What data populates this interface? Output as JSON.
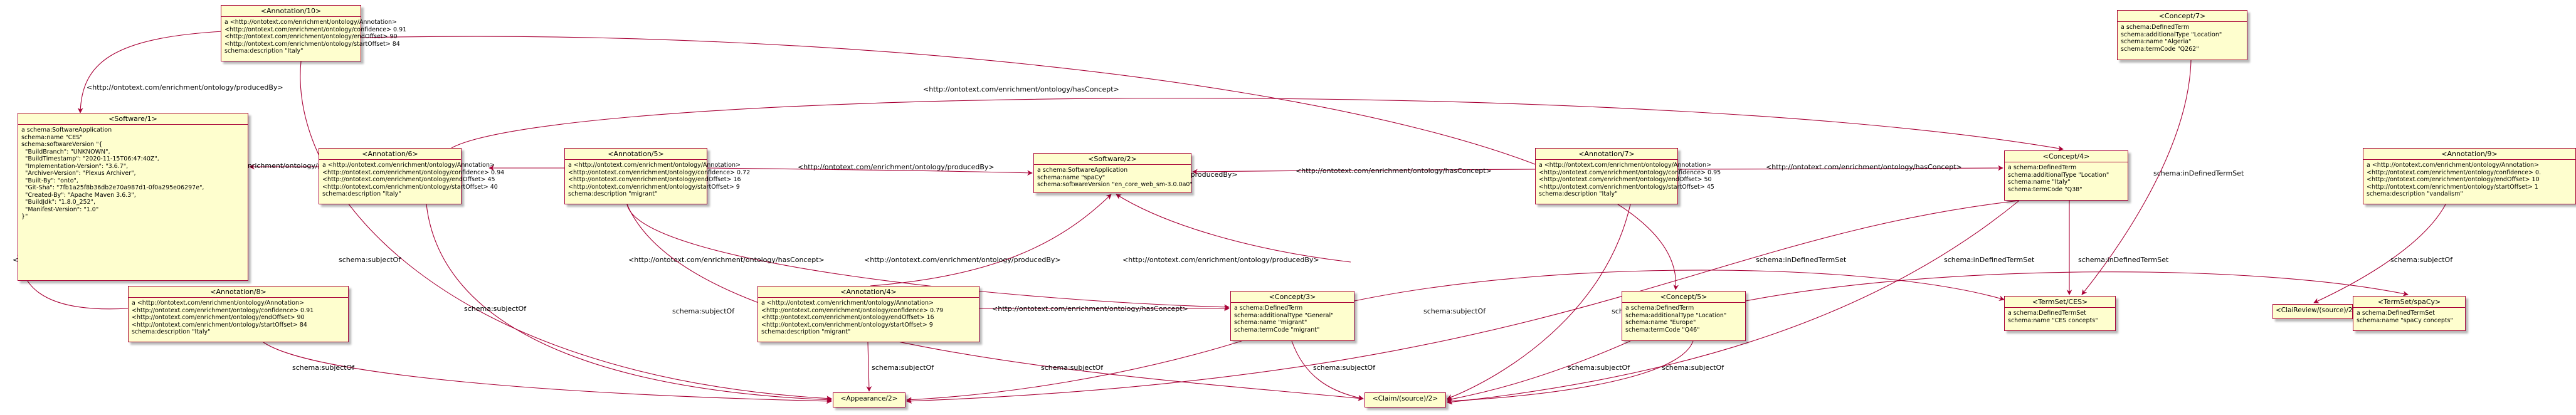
{
  "diagram": {
    "nodes": [
      {
        "id": "annotation10",
        "title": "<Annotation/10>",
        "lines": [
          "a <http://ontotext.com/enrichment/ontology/Annotation>",
          "<http://ontotext.com/enrichment/ontology/confidence> 0.91",
          "<http://ontotext.com/enrichment/ontology/endOffset> 90",
          "<http://ontotext.com/enrichment/ontology/startOffset> 84",
          "schema:description \"Italy\""
        ]
      },
      {
        "id": "software1",
        "title": "<Software/1>",
        "lines": [
          "a schema:SoftwareApplication",
          "schema:name \"CES\"",
          "schema:softwareVersion \"{",
          "  \"BuildBranch\": \"UNKNOWN\",",
          "  \"BuildTimestamp\": \"2020-11-15T06:47:40Z\",",
          "  \"Implementation-Version\": \"3.6.7\",",
          "  \"Archiver-Version\": \"Plexus Archiver\",",
          "  \"Built-By\": \"onto\",",
          "  \"Git-Sha\": \"7fb1a25f8b36db2e70a987d1-0f0a295e06297e\",",
          "  \"Created-By\": \"Apache Maven 3.6.3\",",
          "  \"BuildJdk\": \"1.8.0_252\",",
          "  \"Manifest-Version\": \"1.0\"",
          "}\""
        ]
      },
      {
        "id": "annotation6",
        "title": "<Annotation/6>",
        "lines": [
          "a <http://ontotext.com/enrichment/ontology/Annotation>",
          "<http://ontotext.com/enrichment/ontology/confidence> 0.94",
          "<http://ontotext.com/enrichment/ontology/endOffset> 45",
          "<http://ontotext.com/enrichment/ontology/startOffset> 40",
          "schema:description \"Italy\""
        ]
      },
      {
        "id": "annotation5",
        "title": "<Annotation/5>",
        "lines": [
          "a <http://ontotext.com/enrichment/ontology/Annotation>",
          "<http://ontotext.com/enrichment/ontology/confidence> 0.72",
          "<http://ontotext.com/enrichment/ontology/endOffset> 16",
          "<http://ontotext.com/enrichment/ontology/startOffset> 9",
          "schema:description \"migrant\""
        ]
      },
      {
        "id": "software2",
        "title": "<Software/2>",
        "lines": [
          "a schema:SoftwareApplication",
          "schema:name \"spaCy\"",
          "schema:softwareVersion \"en_core_web_sm-3.0.0a0\""
        ]
      },
      {
        "id": "annotation7",
        "title": "<Annotation/7>",
        "lines": [
          "a <http://ontotext.com/enrichment/ontology/Annotation>",
          "<http://ontotext.com/enrichment/ontology/confidence> 0.95",
          "<http://ontotext.com/enrichment/ontology/endOffset> 50",
          "<http://ontotext.com/enrichment/ontology/startOffset> 45",
          "schema:description \"Italy\""
        ]
      },
      {
        "id": "concept7",
        "title": "<Concept/7>",
        "lines": [
          "a schema:DefinedTerm",
          "schema:additionalType \"Location\"",
          "schema:name \"Algeria\"",
          "schema:termCode \"Q262\""
        ]
      },
      {
        "id": "concept4",
        "title": "<Concept/4>",
        "lines": [
          "a schema:DefinedTerm",
          "schema:additionalType \"Location\"",
          "schema:name \"Italy\"",
          "schema:termCode \"Q38\""
        ]
      },
      {
        "id": "annotation9",
        "title": "<Annotation/9>",
        "lines": [
          "a <http://ontotext.com/enrichment/ontology/Annotation>",
          "<http://ontotext.com/enrichment/ontology/confidence> 0.",
          "<http://ontotext.com/enrichment/ontology/endOffset> 10",
          "<http://ontotext.com/enrichment/ontology/startOffset> 1",
          "schema:description \"vandalism\""
        ]
      },
      {
        "id": "annotation8",
        "title": "<Annotation/8>",
        "lines": [
          "a <http://ontotext.com/enrichment/ontology/Annotation>",
          "<http://ontotext.com/enrichment/ontology/confidence> 0.91",
          "<http://ontotext.com/enrichment/ontology/endOffset> 90",
          "<http://ontotext.com/enrichment/ontology/startOffset> 84",
          "schema:description \"Italy\""
        ]
      },
      {
        "id": "annotation4",
        "title": "<Annotation/4>",
        "lines": [
          "a <http://ontotext.com/enrichment/ontology/Annotation>",
          "<http://ontotext.com/enrichment/ontology/confidence> 0.79",
          "<http://ontotext.com/enrichment/ontology/endOffset> 16",
          "<http://ontotext.com/enrichment/ontology/startOffset> 9",
          "schema:description \"migrant\""
        ]
      },
      {
        "id": "concept3",
        "title": "<Concept/3>",
        "lines": [
          "a schema:DefinedTerm",
          "schema:additionalType \"General\"",
          "schema:name \"migrant\"",
          "schema:termCode \"migrant\""
        ]
      },
      {
        "id": "concept5",
        "title": "<Concept/5>",
        "lines": [
          "a schema:DefinedTerm",
          "schema:additionalType \"Location\"",
          "schema:name \"Europe\"",
          "schema:termCode \"Q46\""
        ]
      },
      {
        "id": "termsetces",
        "title": "<TermSet/CES>",
        "lines": [
          "a schema:DefinedTermSet",
          "schema:name \"CES concepts\""
        ]
      },
      {
        "id": "clairev",
        "title": "<ClaiReview/(source)/2>",
        "lines": []
      },
      {
        "id": "termsetspacy",
        "title": "<TermSet/spaCy>",
        "lines": [
          "a schema:DefinedTermSet",
          "schema:name \"spaCy concepts\""
        ]
      },
      {
        "id": "appearance2",
        "title": "<Appearance/2>",
        "lines": []
      },
      {
        "id": "claim2",
        "title": "<Claim/(source)/2>",
        "lines": []
      }
    ],
    "edge_labels": {
      "produced_by": "<http://ontotext.com/enrichment/ontology/producedBy>",
      "has_concept": "<http://ontotext.com/enrichment/ontology/hasConcept>",
      "subject_of": "schema:subjectOf",
      "in_defined_term_set": "schema:inDefinedTermSet"
    }
  }
}
